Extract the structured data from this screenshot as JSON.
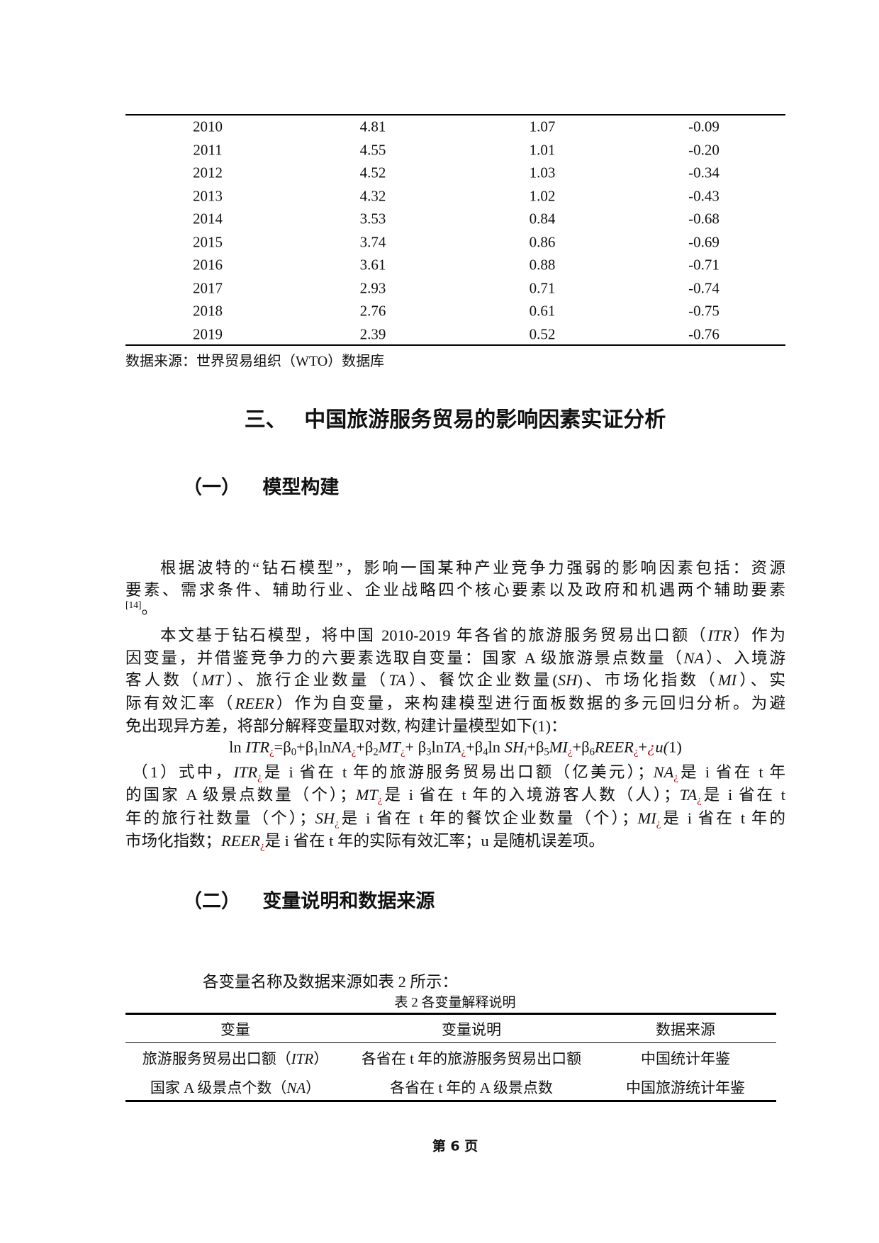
{
  "table1": {
    "rows": [
      [
        "2010",
        "4.81",
        "1.07",
        "-0.09"
      ],
      [
        "2011",
        "4.55",
        "1.01",
        "-0.20"
      ],
      [
        "2012",
        "4.52",
        "1.03",
        "-0.34"
      ],
      [
        "2013",
        "4.32",
        "1.02",
        "-0.43"
      ],
      [
        "2014",
        "3.53",
        "0.84",
        "-0.68"
      ],
      [
        "2015",
        "3.74",
        "0.86",
        "-0.69"
      ],
      [
        "2016",
        "3.61",
        "0.88",
        "-0.71"
      ],
      [
        "2017",
        "2.93",
        "0.71",
        "-0.74"
      ],
      [
        "2018",
        "2.76",
        "0.61",
        "-0.75"
      ],
      [
        "2019",
        "2.39",
        "0.52",
        "-0.76"
      ]
    ],
    "source": "数据来源：世界贸易组织（WTO）数据库"
  },
  "section3": {
    "number": "三、",
    "title": "中国旅游服务贸易的影响因素实证分析"
  },
  "sub1": {
    "number": "（一）",
    "title": "模型构建"
  },
  "body1": [
    [
      [
        "根据波特的“钻石模型”，影响一国某种产业竞争力强弱的影响因素包括：资源",
        ""
      ]
    ],
    [
      [
        "要素、需求条件、辅助行业、企业战略四个核心要素以及政府和机遇两个辅助要素",
        ""
      ]
    ],
    [
      [
        "[14]",
        "sup"
      ],
      [
        "。",
        ""
      ]
    ],
    [
      [
        "本文基于钻石模型，将中国 2010-2019 年各省的旅游服务贸易出口额（",
        ""
      ],
      [
        "ITR",
        "i"
      ],
      [
        "）作为",
        ""
      ]
    ],
    [
      [
        "因变量，并借鉴竞争力的六要素选取自变量：国家 A 级旅游景点数量（",
        ""
      ],
      [
        "NA",
        "i"
      ],
      [
        "）、入境游",
        ""
      ]
    ],
    [
      [
        "客人数（",
        ""
      ],
      [
        "MT",
        "i"
      ],
      [
        "）、旅行企业数量（",
        ""
      ],
      [
        "TA",
        "i"
      ],
      [
        "）、餐饮企业数量(",
        ""
      ],
      [
        "SH",
        "i"
      ],
      [
        ")、市场化指数（",
        ""
      ],
      [
        "MI",
        "i"
      ],
      [
        "）、实",
        ""
      ]
    ],
    [
      [
        "际有效汇率（",
        ""
      ],
      [
        "REER",
        "i"
      ],
      [
        "）作为自变量，来构建模型进行面板数据的多元回归分析。为避",
        ""
      ]
    ],
    [
      [
        "免出现异方差，将部分解释变量取对数, 构建计量模型如下(1)：",
        ""
      ]
    ],
    [
      [
        "ln ",
        ""
      ],
      [
        "ITR",
        "i"
      ],
      [
        "¿",
        "r"
      ],
      [
        "=β",
        ""
      ],
      [
        "0",
        "sub"
      ],
      [
        "+β",
        ""
      ],
      [
        "1",
        "sub"
      ],
      [
        "ln",
        ""
      ],
      [
        "NA",
        "i"
      ],
      [
        "¿",
        "r"
      ],
      [
        "+β",
        ""
      ],
      [
        "2",
        "sub"
      ],
      [
        "MT",
        "i"
      ],
      [
        "¿",
        "r"
      ],
      [
        "+ β",
        ""
      ],
      [
        "3",
        "sub"
      ],
      [
        "ln",
        ""
      ],
      [
        "TA",
        "i"
      ],
      [
        "¿",
        "r"
      ],
      [
        "+β",
        ""
      ],
      [
        "4",
        "sub"
      ],
      [
        "ln ",
        ""
      ],
      [
        "SH",
        "i"
      ],
      [
        "i",
        "subi"
      ],
      [
        "+β",
        ""
      ],
      [
        "5",
        "sub"
      ],
      [
        "MI",
        "i"
      ],
      [
        "¿",
        "r"
      ],
      [
        "+β",
        ""
      ],
      [
        "6",
        "sub"
      ],
      [
        "REER",
        "i"
      ],
      [
        "¿",
        "r"
      ],
      [
        "+",
        ""
      ],
      [
        "¿",
        "rb"
      ],
      [
        "u(",
        "i"
      ],
      [
        "1)",
        ""
      ]
    ],
    [
      [
        "（1）式中，",
        ""
      ],
      [
        "ITR",
        "i"
      ],
      [
        "¿",
        "r"
      ],
      [
        "是 i 省在 t 年的旅游服务贸易出口额（亿美元）；",
        ""
      ],
      [
        "NA",
        "i"
      ],
      [
        "¿",
        "r"
      ],
      [
        "是 i 省在 t 年",
        ""
      ]
    ],
    [
      [
        "的国家 A 级景点数量（个）；",
        ""
      ],
      [
        "MT",
        "i"
      ],
      [
        "¿",
        "r"
      ],
      [
        "是 i 省在 t 年的入境游客人数（人）；",
        ""
      ],
      [
        "TA",
        "i"
      ],
      [
        "¿",
        "r"
      ],
      [
        "是 i 省在 t",
        ""
      ]
    ],
    [
      [
        "年的旅行社数量（个）；",
        ""
      ],
      [
        "SH",
        "i"
      ],
      [
        "¿",
        "r"
      ],
      [
        "是 i 省在 t 年的餐饮企业数量（个）；",
        ""
      ],
      [
        "MI",
        "i"
      ],
      [
        "¿",
        "r"
      ],
      [
        "是 i 省在 t 年的",
        ""
      ]
    ],
    [
      [
        "市场化指数；",
        ""
      ],
      [
        "REER",
        "i"
      ],
      [
        "¿",
        "r"
      ],
      [
        "是 i 省在 t 年的实际有效汇率；u 是随机误差项。",
        ""
      ]
    ]
  ],
  "sub2": {
    "number": "（二）",
    "title": "变量说明和数据来源"
  },
  "intro2": "各变量名称及数据来源如表 2 所示：",
  "table2": {
    "caption": "表 2 各变量解释说明",
    "headers": [
      "变量",
      "变量说明",
      "数据来源"
    ],
    "rows": [
      [
        [
          [
            "旅游服务贸易出口额（",
            ""
          ],
          [
            "ITR",
            "i"
          ],
          [
            "）",
            ""
          ]
        ],
        "各省在 t 年的旅游服务贸易出口额",
        "中国统计年鉴"
      ],
      [
        [
          [
            "国家 A 级景点个数（",
            ""
          ],
          [
            "NA",
            "i"
          ],
          [
            "）",
            ""
          ]
        ],
        "各省在 t 年的 A 级景点数",
        "中国旅游统计年鉴"
      ]
    ]
  },
  "footer": {
    "page": "第 6 页"
  }
}
